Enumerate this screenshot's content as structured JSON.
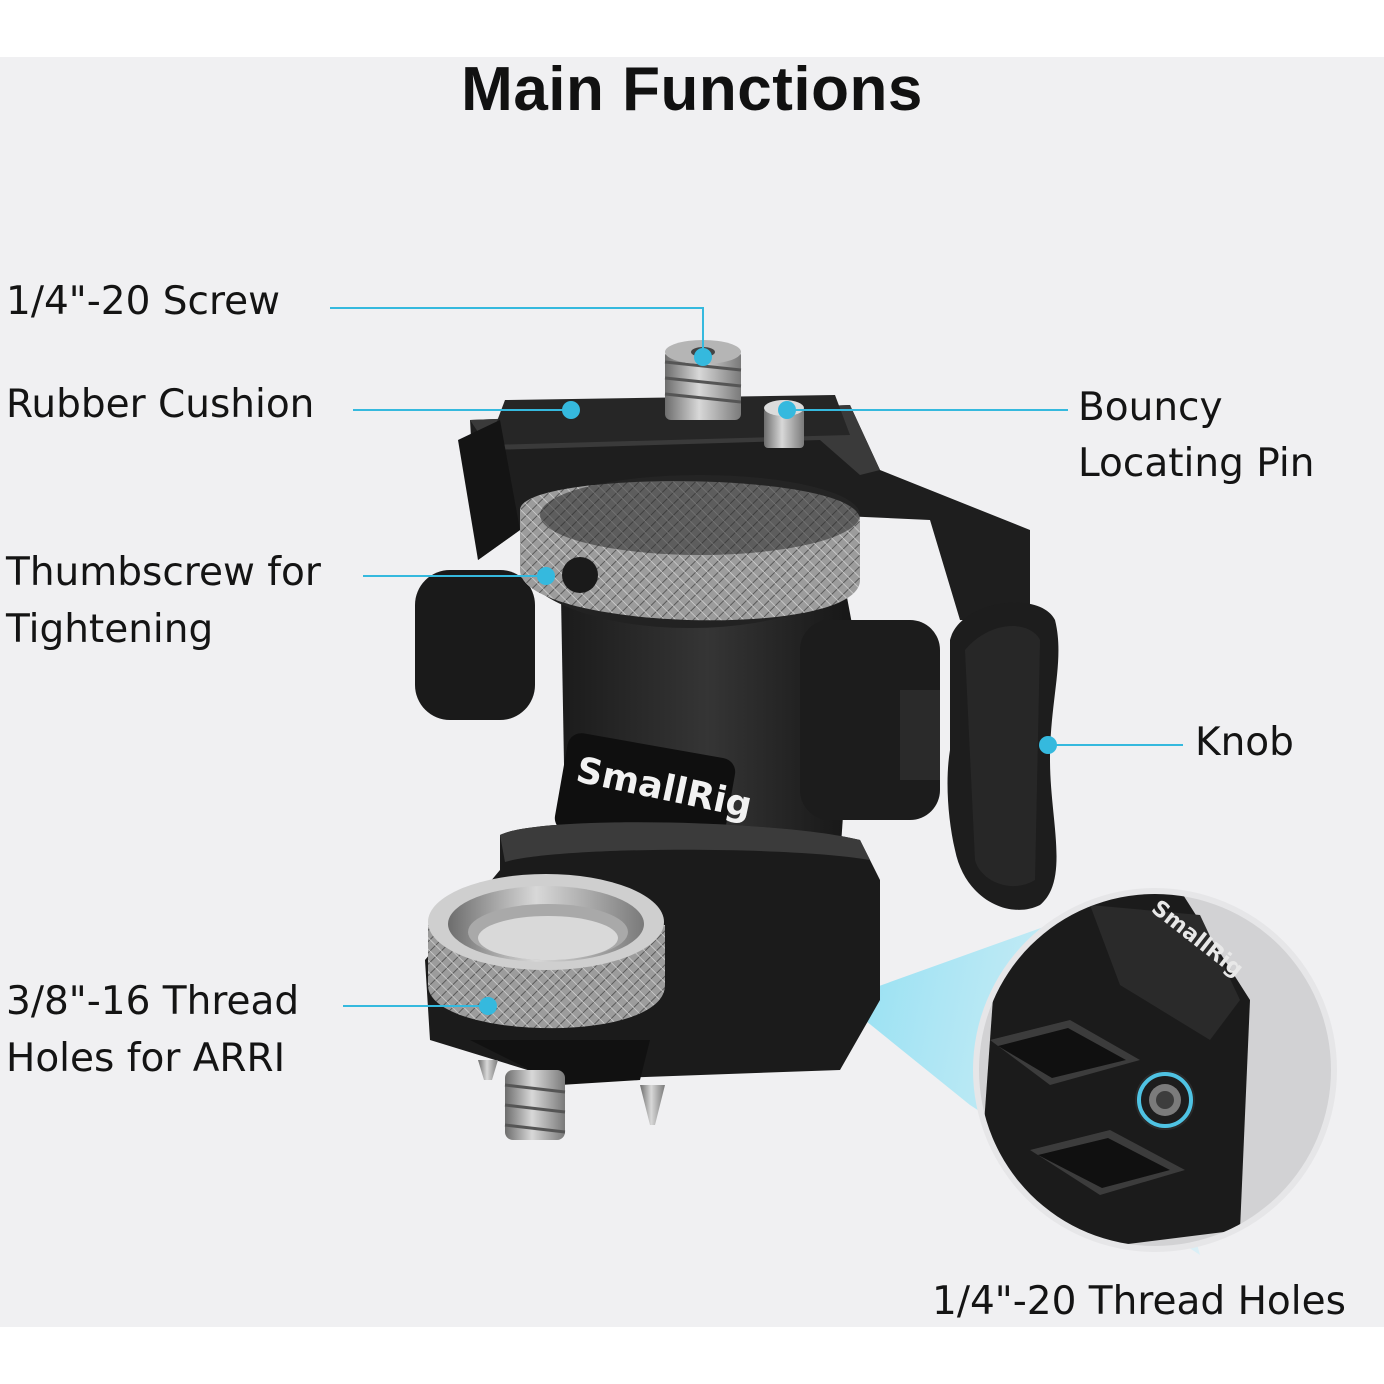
{
  "title": "Main Functions",
  "brand_logo_text": "SmallRig",
  "accent_color": "#35b9de",
  "labels": {
    "screw": "1/4\"-20 Screw",
    "rubber": "Rubber Cushion",
    "pin_line1": "Bouncy",
    "pin_line2": "Locating Pin",
    "thumb_line1": "Thumbscrew for",
    "thumb_line2": "Tightening",
    "knob": "Knob",
    "thread_line1": "3/8\"-16 Thread",
    "thread_line2": "Holes for ARRI",
    "holes": "1/4\"-20 Thread Holes"
  }
}
